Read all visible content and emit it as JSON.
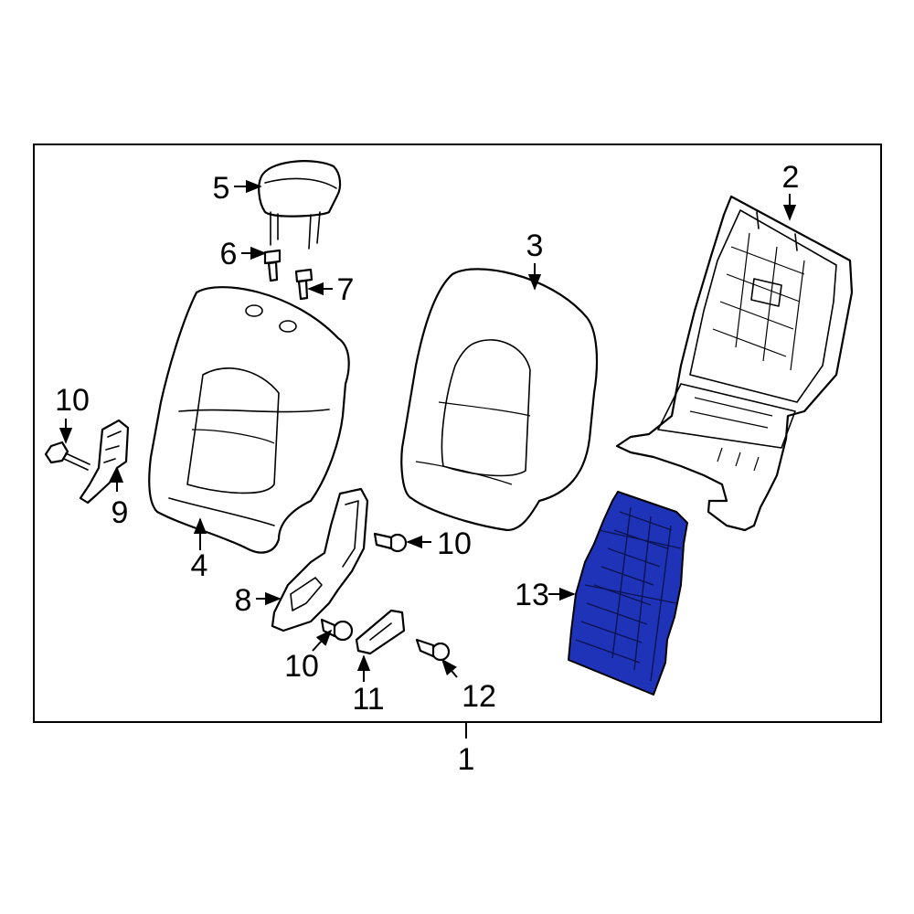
{
  "diagram": {
    "callouts": {
      "p1": "1",
      "p2": "2",
      "p3": "3",
      "p4": "4",
      "p5": "5",
      "p6": "6",
      "p7": "7",
      "p8": "8",
      "p9": "9",
      "p10a": "10",
      "p10b": "10",
      "p10c": "10",
      "p11": "11",
      "p12": "12",
      "p13": "13"
    },
    "colors": {
      "highlight": "#1f33b8",
      "line": "#000000",
      "background": "#ffffff"
    },
    "highlighted_part": "13"
  }
}
